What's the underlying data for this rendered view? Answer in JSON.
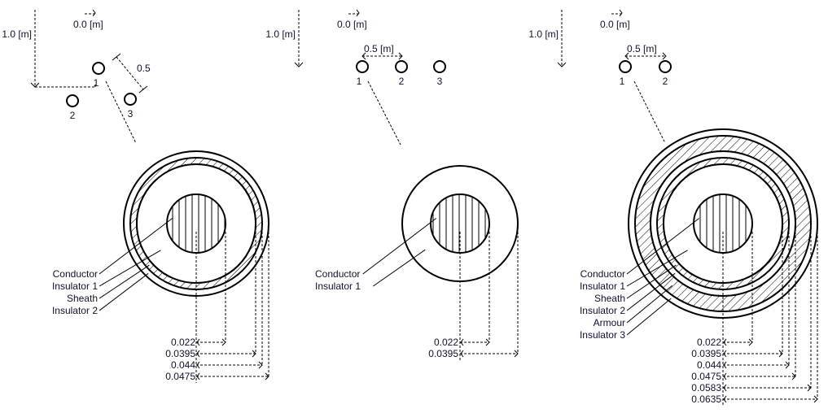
{
  "panels": [
    {
      "depth_label": "1.0 [m]",
      "offset_label": "0.0 [m]",
      "spacing_label": "0.5",
      "cable_numbers": [
        "1",
        "2",
        "3"
      ],
      "layers": [
        "Conductor",
        "Insulator 1",
        "Sheath",
        "Insulator 2"
      ],
      "radii": [
        "0.022",
        "0.0395",
        "0.044",
        "0.0475"
      ]
    },
    {
      "depth_label": "1.0 [m]",
      "offset_label": "0.0 [m]",
      "spacing_label": "0.5 [m]",
      "cable_numbers": [
        "1",
        "2",
        "3"
      ],
      "layers": [
        "Conductor",
        "Insulator 1"
      ],
      "radii": [
        "0.022",
        "0.0395"
      ]
    },
    {
      "depth_label": "1.0 [m]",
      "offset_label": "0.0 [m]",
      "spacing_label": "0.5 [m]",
      "cable_numbers": [
        "1",
        "2"
      ],
      "layers": [
        "Conductor",
        "Insulator 1",
        "Sheath",
        "Insulator 2",
        "Armour",
        "Insulator 3"
      ],
      "radii": [
        "0.022",
        "0.0395",
        "0.044",
        "0.0475",
        "0.0583",
        "0.0635"
      ]
    }
  ],
  "colors": {
    "line": "#000000",
    "text": "#101030"
  }
}
